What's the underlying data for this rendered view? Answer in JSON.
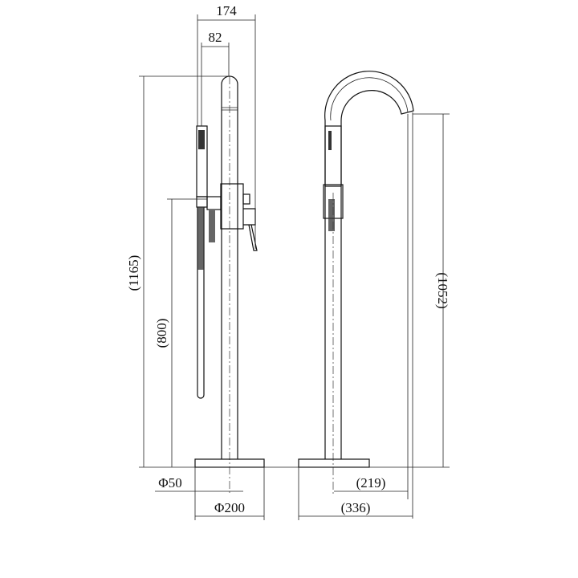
{
  "dimensions": {
    "width_total": "174",
    "width_offset": "82",
    "height_total": "(1165)",
    "height_outlet": "(800)",
    "pipe_diameter": "Φ50",
    "base_diameter": "Φ200",
    "spout_height": "(1052)",
    "spout_reach": "(219)",
    "overall_depth": "(336)"
  },
  "colors": {
    "line": "#111111",
    "background": "#ffffff"
  }
}
